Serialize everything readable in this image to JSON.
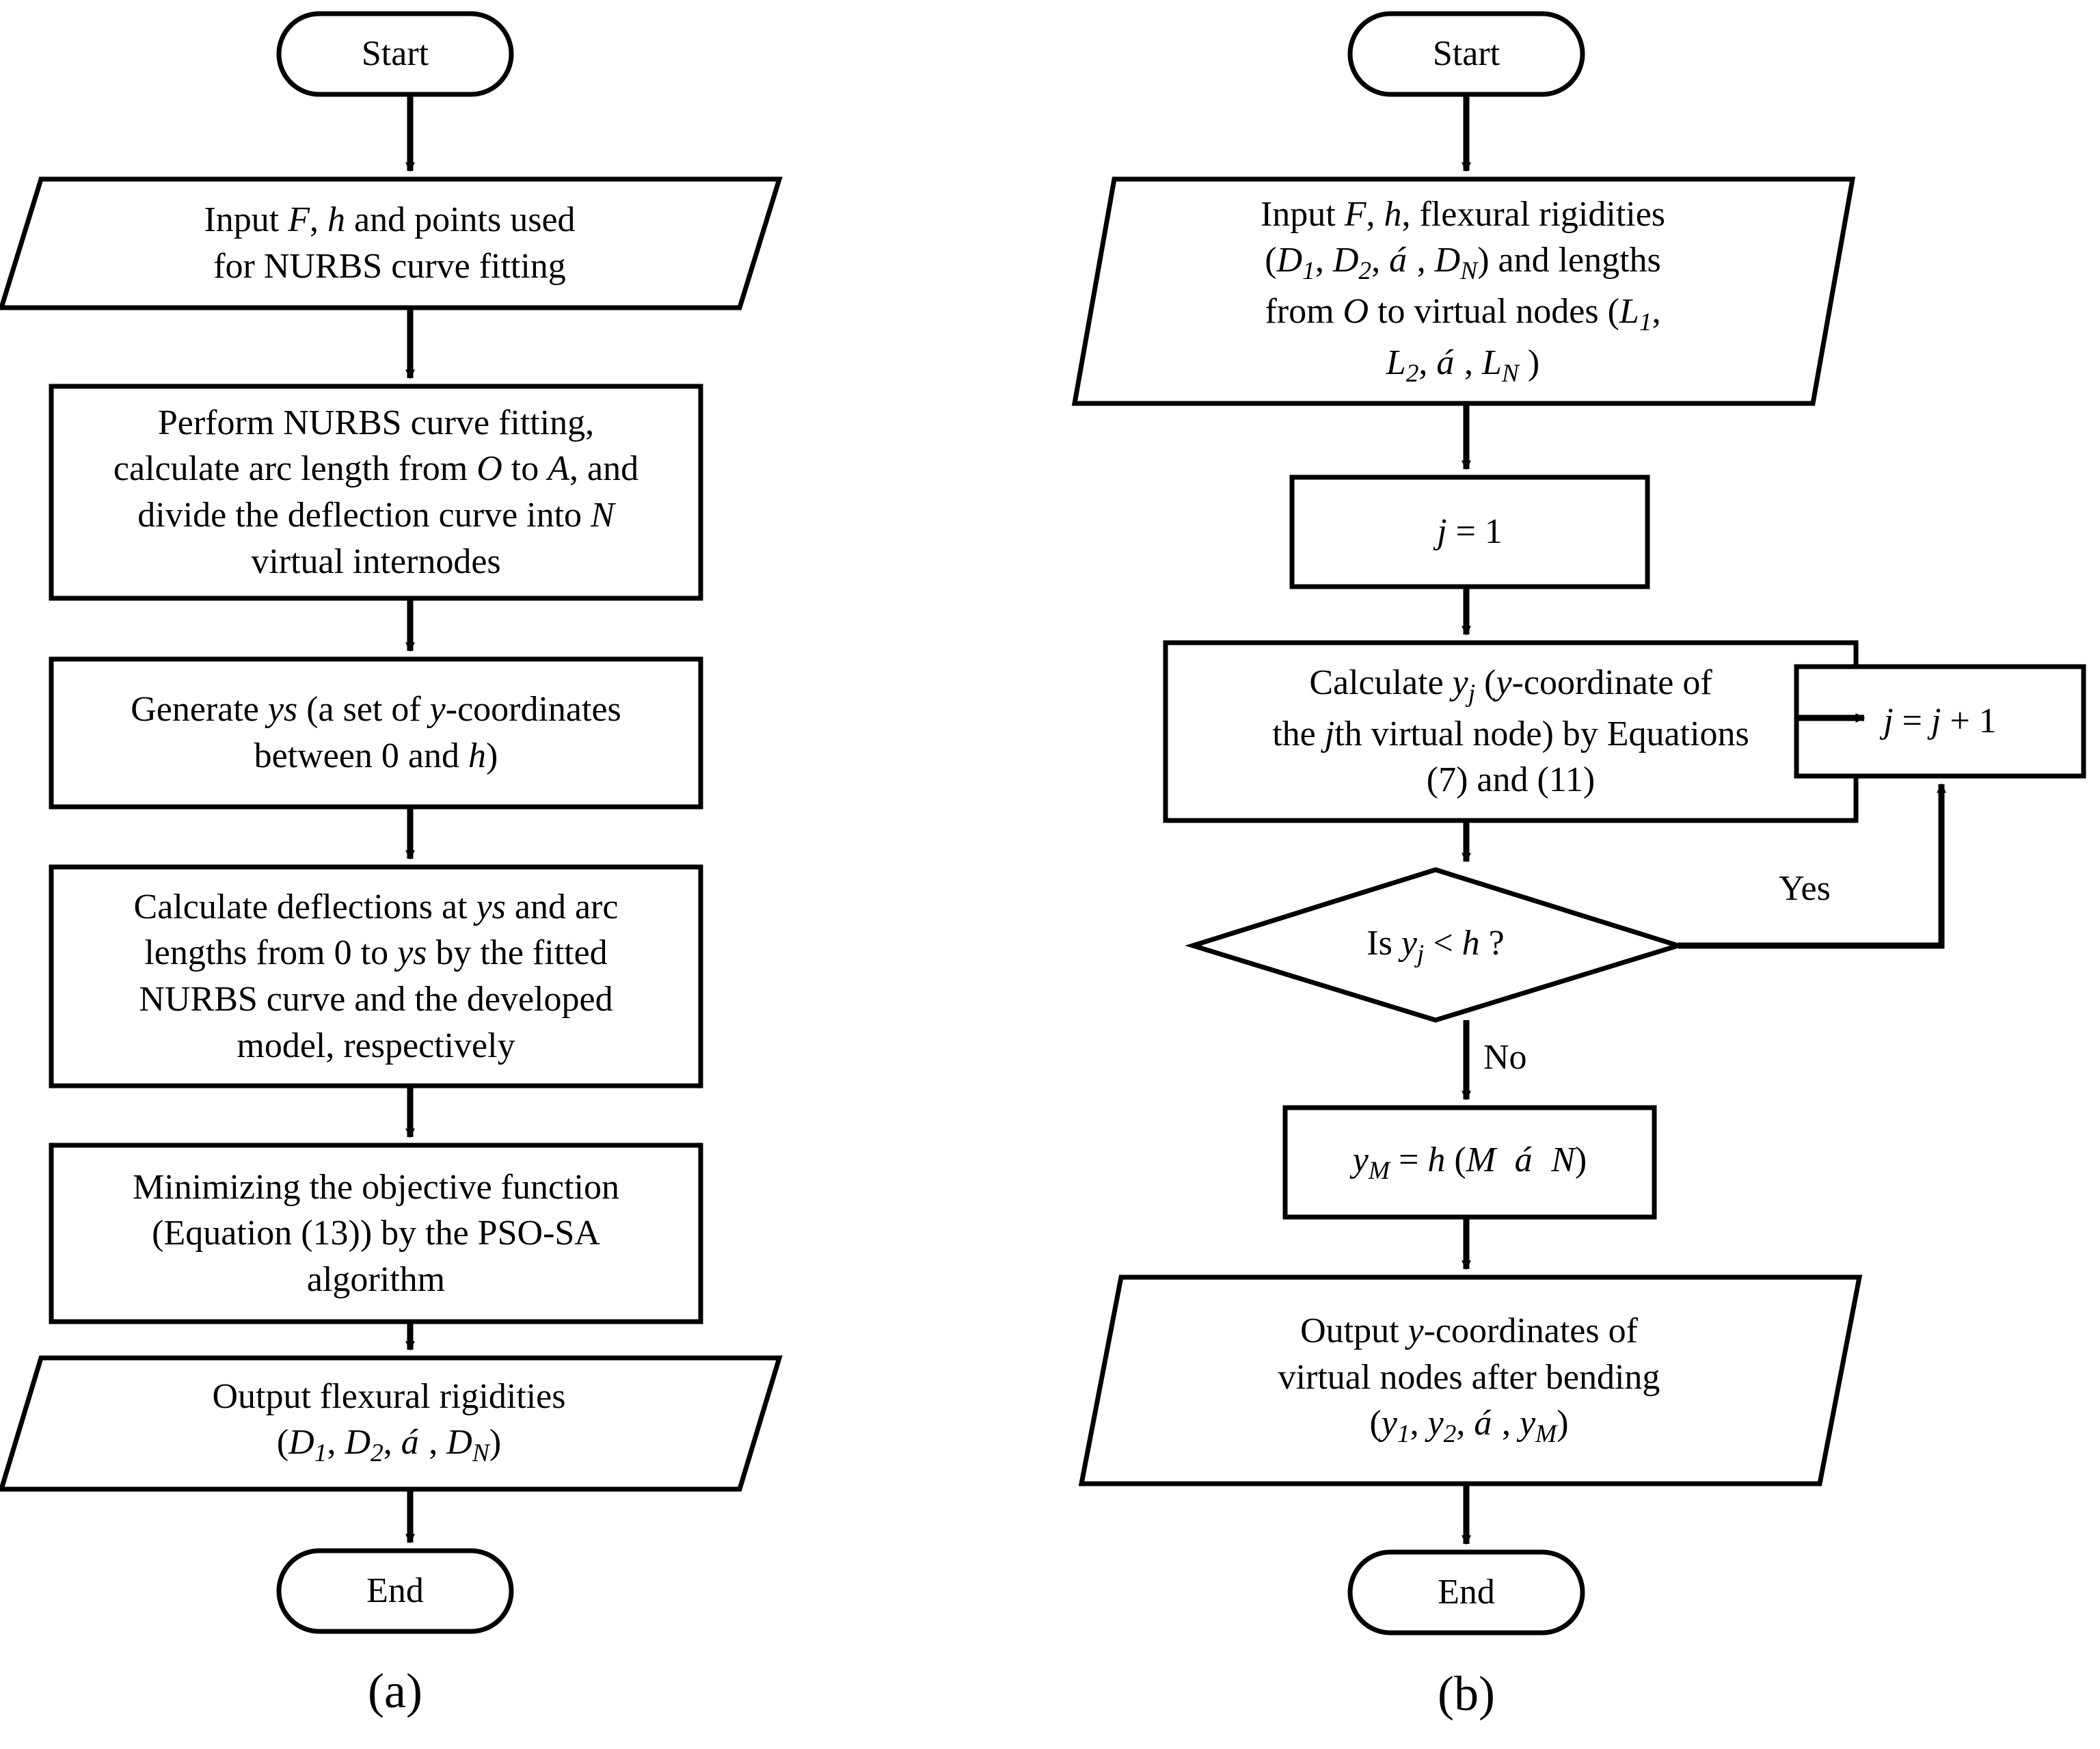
{
  "figure": {
    "title": "Flowcharts of the inverse and forward bending algorithms",
    "ellipsis_glyph": "á",
    "line_color": "#000000",
    "fill_color": "#ffffff",
    "background": "#ffffff"
  },
  "panels": [
    {
      "id": "a",
      "caption": "(a)",
      "nodes": {
        "start": {
          "label": "Start",
          "shape": "terminator"
        },
        "input": {
          "shape": "parallelogram",
          "lines": [
            [
              {
                "t": "Input "
              },
              {
                "t": "F",
                "i": true
              },
              {
                "t": ", "
              },
              {
                "t": "h",
                "i": true
              },
              {
                "t": " and points used"
              }
            ],
            [
              {
                "t": "for NURBS curve fitting"
              }
            ]
          ]
        },
        "fit": {
          "shape": "process",
          "lines": [
            [
              {
                "t": "Perform NURBS curve fitting,"
              }
            ],
            [
              {
                "t": "calculate arc length from "
              },
              {
                "t": "O",
                "i": true
              },
              {
                "t": " to "
              },
              {
                "t": "A",
                "i": true
              },
              {
                "t": ", and"
              }
            ],
            [
              {
                "t": "divide the deflection curve into "
              },
              {
                "t": "N",
                "i": true
              }
            ],
            [
              {
                "t": "virtual internodes"
              }
            ]
          ]
        },
        "generate": {
          "shape": "process",
          "lines": [
            [
              {
                "t": "Generate "
              },
              {
                "t": "ys",
                "i": true
              },
              {
                "t": " (a set of "
              },
              {
                "t": "y",
                "i": true
              },
              {
                "t": "-coordinates"
              }
            ],
            [
              {
                "t": "between 0 and "
              },
              {
                "t": "h",
                "i": true
              },
              {
                "t": ")"
              }
            ]
          ]
        },
        "deflections": {
          "shape": "process",
          "lines": [
            [
              {
                "t": "Calculate deflections at "
              },
              {
                "t": "ys",
                "i": true
              },
              {
                "t": " and arc"
              }
            ],
            [
              {
                "t": "lengths from 0 to "
              },
              {
                "t": "ys",
                "i": true
              },
              {
                "t": " by the fitted"
              }
            ],
            [
              {
                "t": "NURBS curve and the developed"
              }
            ],
            [
              {
                "t": "model, respectively"
              }
            ]
          ]
        },
        "minimize": {
          "shape": "process",
          "lines": [
            [
              {
                "t": "Minimizing the objective function"
              }
            ],
            [
              {
                "t": "(Equation (13)) by the PSO-SA"
              }
            ],
            [
              {
                "t": "algorithm"
              }
            ]
          ]
        },
        "output": {
          "shape": "parallelogram",
          "lines": [
            [
              {
                "t": "Output  flexural rigidities"
              }
            ],
            [
              {
                "t": "("
              },
              {
                "t": "D",
                "i": true
              },
              {
                "t": "1",
                "sub": true
              },
              {
                "t": ", "
              },
              {
                "t": "D",
                "i": true
              },
              {
                "t": "2",
                "sub": true
              },
              {
                "t": ", "
              },
              {
                "t": "á",
                "ell": true
              },
              {
                "t": ", "
              },
              {
                "t": "D",
                "i": true
              },
              {
                "t": "N",
                "sub": true
              },
              {
                "t": ")"
              }
            ]
          ]
        },
        "end": {
          "label": "End",
          "shape": "terminator"
        }
      }
    },
    {
      "id": "b",
      "caption": "(b)",
      "nodes": {
        "start": {
          "label": "Start",
          "shape": "terminator"
        },
        "input": {
          "shape": "parallelogram",
          "lines": [
            [
              {
                "t": "Input "
              },
              {
                "t": "F",
                "i": true
              },
              {
                "t": ", "
              },
              {
                "t": "h",
                "i": true
              },
              {
                "t": ", flexural rigidities"
              }
            ],
            [
              {
                "t": "("
              },
              {
                "t": "D",
                "i": true
              },
              {
                "t": "1",
                "sub": true
              },
              {
                "t": ", "
              },
              {
                "t": "D",
                "i": true
              },
              {
                "t": "2",
                "sub": true
              },
              {
                "t": ", "
              },
              {
                "t": "á",
                "ell": true
              },
              {
                "t": ", "
              },
              {
                "t": "D",
                "i": true
              },
              {
                "t": "N",
                "sub": true
              },
              {
                "t": ") and lengths"
              }
            ],
            [
              {
                "t": "from "
              },
              {
                "t": "O",
                "i": true
              },
              {
                "t": " to virtual nodes ("
              },
              {
                "t": "L",
                "i": true
              },
              {
                "t": "1",
                "sub": true
              },
              {
                "t": ","
              }
            ],
            [
              {
                "t": "L",
                "i": true
              },
              {
                "t": "2",
                "sub": true
              },
              {
                "t": ", "
              },
              {
                "t": "á",
                "ell": true
              },
              {
                "t": ", "
              },
              {
                "t": "L",
                "i": true
              },
              {
                "t": "N",
                "sub": true
              },
              {
                "t": " )"
              }
            ]
          ]
        },
        "init": {
          "shape": "process",
          "lines": [
            [
              {
                "t": "j",
                "i": true
              },
              {
                "t": " = 1"
              }
            ]
          ]
        },
        "calculate": {
          "shape": "process",
          "lines": [
            [
              {
                "t": "Calculate "
              },
              {
                "t": "y",
                "i": true
              },
              {
                "t": "j",
                "sub": true
              },
              {
                "t": " ("
              },
              {
                "t": "y",
                "i": true
              },
              {
                "t": "-coordinate of"
              }
            ],
            [
              {
                "t": "the "
              },
              {
                "t": "j",
                "i": true
              },
              {
                "t": "th virtual node) by Equations"
              }
            ],
            [
              {
                "t": "(7) and (11)"
              }
            ]
          ]
        },
        "decision": {
          "shape": "diamond",
          "lines": [
            [
              {
                "t": "Is  "
              },
              {
                "t": "y",
                "i": true
              },
              {
                "t": "j",
                "sub": true
              },
              {
                "t": " < "
              },
              {
                "t": "h",
                "i": true
              },
              {
                "t": " ?"
              }
            ]
          ]
        },
        "increment": {
          "shape": "process",
          "lines": [
            [
              {
                "t": "j",
                "i": true
              },
              {
                "t": " = "
              },
              {
                "t": "j",
                "i": true
              },
              {
                "t": " + 1"
              }
            ]
          ]
        },
        "assign": {
          "shape": "process",
          "lines": [
            [
              {
                "t": "y",
                "i": true
              },
              {
                "t": "M",
                "sub": true
              },
              {
                "t": " = "
              },
              {
                "t": "h",
                "i": true
              },
              {
                "t": " ("
              },
              {
                "t": "M",
                "i": true
              },
              {
                "t": " á",
                "ell": true
              },
              {
                "t": " "
              },
              {
                "t": "N",
                "i": true
              },
              {
                "t": ")"
              }
            ]
          ]
        },
        "output": {
          "shape": "parallelogram",
          "lines": [
            [
              {
                "t": "Output "
              },
              {
                "t": "y",
                "i": true
              },
              {
                "t": "-coordinates of"
              }
            ],
            [
              {
                "t": "virtual nodes after bending"
              }
            ],
            [
              {
                "t": "("
              },
              {
                "t": "y",
                "i": true
              },
              {
                "t": "1",
                "sub": true
              },
              {
                "t": ", "
              },
              {
                "t": "y",
                "i": true
              },
              {
                "t": "2",
                "sub": true
              },
              {
                "t": ", "
              },
              {
                "t": "á",
                "ell": true
              },
              {
                "t": ", "
              },
              {
                "t": "y",
                "i": true
              },
              {
                "t": "M",
                "sub": true
              },
              {
                "t": ")"
              }
            ]
          ]
        },
        "end": {
          "label": "End",
          "shape": "terminator"
        }
      },
      "edge_labels": {
        "yes": "Yes",
        "no": "No"
      }
    }
  ]
}
